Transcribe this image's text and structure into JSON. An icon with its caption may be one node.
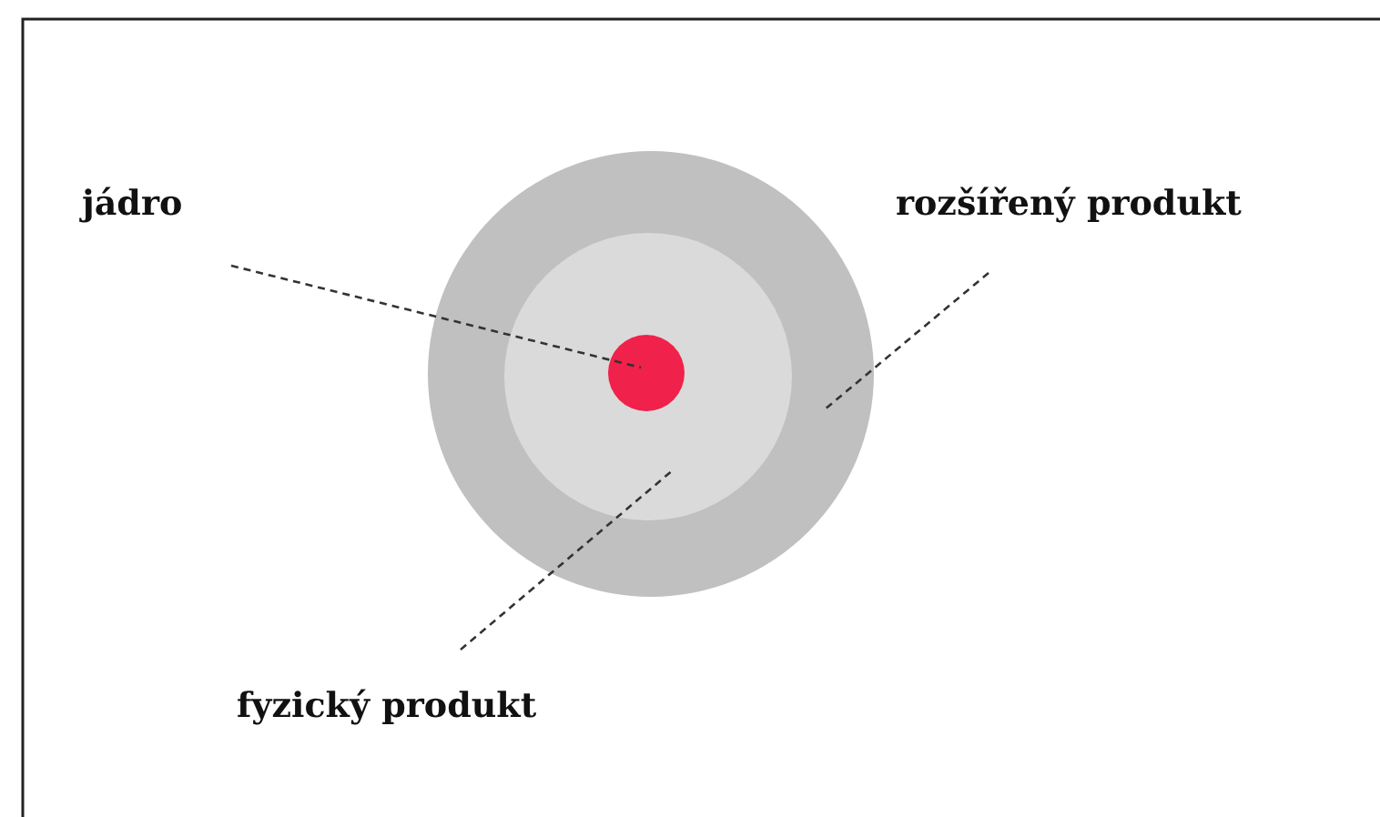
{
  "diagram": {
    "nodes": [
      {
        "text": [
          "jádro"
        ]
      },
      {
        "text": [
          "rozšířený produkt"
        ]
      },
      {
        "text": [],
        "shape": "circle"
      },
      {
        "text": [],
        "shape": "circle",
        "in": 2
      },
      {
        "text": [],
        "shape": "circle",
        "in": 3
      },
      {
        "text": [
          "fyzický produkt"
        ]
      }
    ],
    "edges": [
      {
        "from": 0,
        "to": 4,
        "arrow": "none",
        "style": "dashed"
      },
      {
        "from": 1,
        "to": 2,
        "arrow": "none",
        "style": "dashed"
      },
      {
        "from": 5,
        "to": 3,
        "arrow": "none",
        "style": "dashed"
      }
    ]
  }
}
